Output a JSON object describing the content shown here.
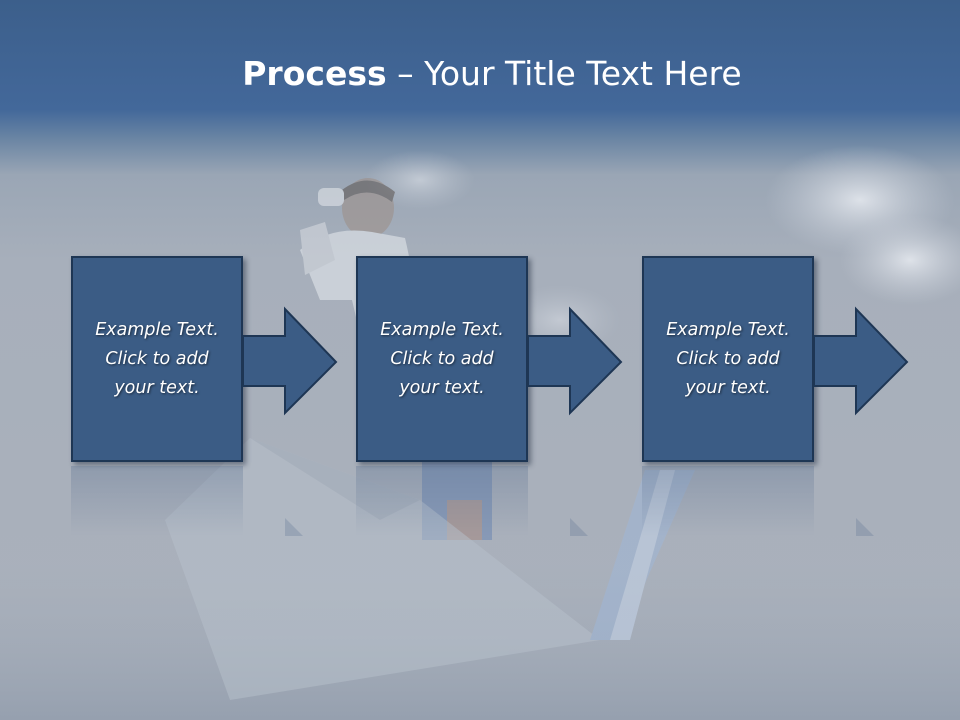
{
  "slide": {
    "title_bold": "Process",
    "title_rest": " – Your Title Text Here"
  },
  "steps": [
    {
      "line1": "Example Text.",
      "line2": "Click  to add",
      "line3": "your text."
    },
    {
      "line1": "Example Text.",
      "line2": "Click  to add",
      "line3": "your text."
    },
    {
      "line1": "Example Text.",
      "line2": "Click  to add",
      "line3": "your text."
    }
  ],
  "colors": {
    "header": "#43689a",
    "box_fill": "#3b5c85",
    "box_border": "#1e3654",
    "text": "#ffffff"
  }
}
